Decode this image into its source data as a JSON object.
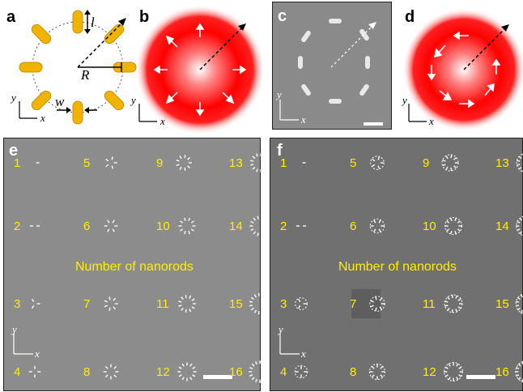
{
  "panel_labels": {
    "a": "a",
    "b": "b",
    "c": "c",
    "d": "d",
    "e": "e",
    "f": "f"
  },
  "schematic": {
    "l_label": "l",
    "R_label": "R",
    "w_label": "w"
  },
  "axes": {
    "y": "y",
    "x": "x"
  },
  "center_text": "Number of nanorods",
  "sample_numbers": [
    "1",
    "2",
    "3",
    "4",
    "5",
    "6",
    "7",
    "8",
    "9",
    "10",
    "11",
    "12",
    "13",
    "14",
    "15",
    "16"
  ],
  "colors": {
    "nanorod": "#f0b400",
    "field_center": "#ffffff",
    "field_edge": "#ff0000",
    "label_yellow": "#ffee00",
    "sem_e": "#8c8c8c",
    "sem_f": "#707070"
  }
}
